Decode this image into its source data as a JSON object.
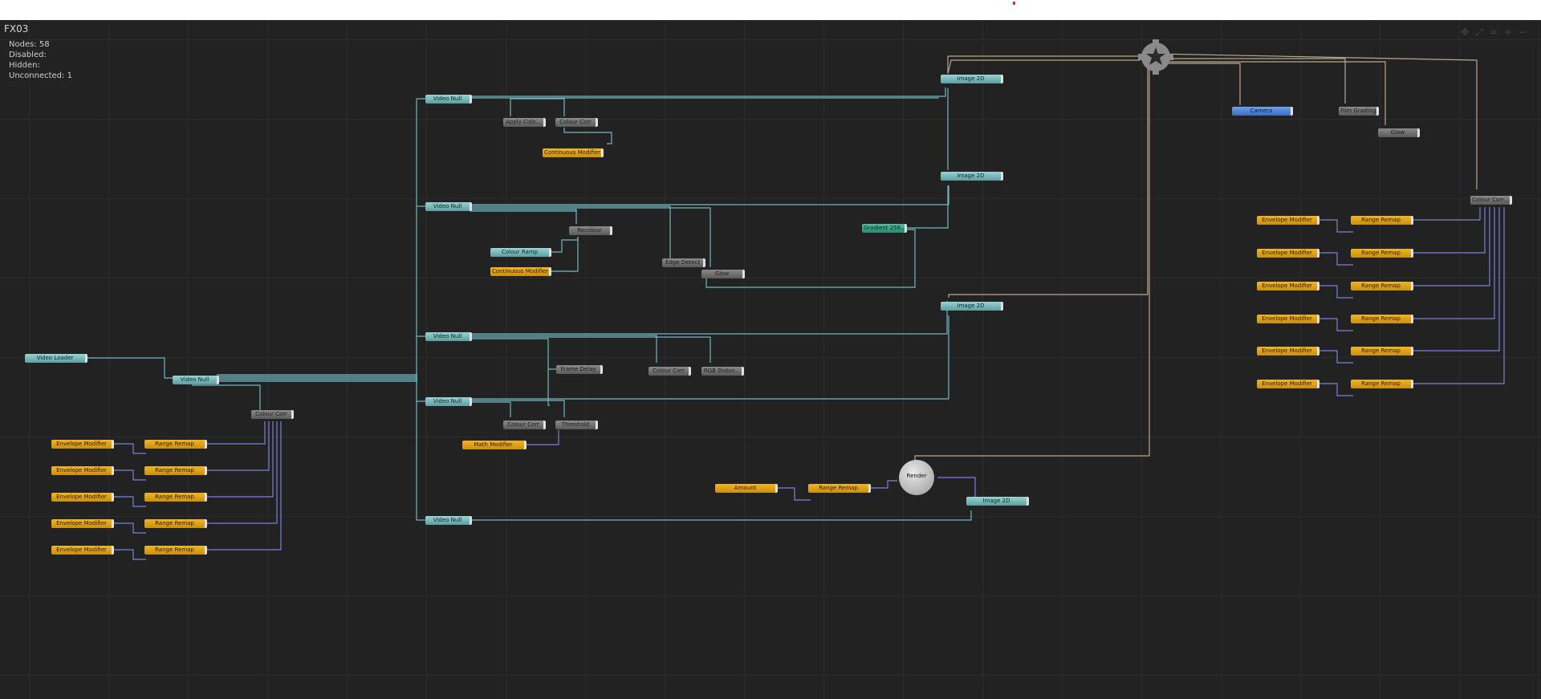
{
  "window": {
    "title": "FX03"
  },
  "stats": {
    "nodes_label": "Nodes:",
    "nodes_value": "58",
    "disabled_label": "Disabled:",
    "disabled_value": "",
    "hidden_label": "Hidden:",
    "hidden_value": "",
    "unconnected_label": "Unconnected:",
    "unconnected_value": "1"
  },
  "toolbar": {
    "move_icon": "move-icon",
    "fit_icon": "fit-view-icon",
    "equal_icon": "equals",
    "zoom_in": "+",
    "zoom_out": "−"
  },
  "nodes": {
    "video_loader": "Video Loader",
    "video_null": "Video Null",
    "image_2d": "Image 2D",
    "apply_colo": "Apply Colo...",
    "colour_corr": "Colour Corr",
    "continuous_modifier": "Continuous Modifier",
    "recolour": "Recolour",
    "colour_ramp": "Colour Ramp",
    "edge_detect": "Edge Detect",
    "glow": "Glow",
    "gradient": "Gradient 256...",
    "frame_delay": "Frame Delay",
    "rgb_distor": "RGB Distor...",
    "threshold": "Threshold",
    "math_modifier": "Math Modifier",
    "envelope_modifier": "Envelope Modifier",
    "range_remap": "Range Remap",
    "amount": "Amount",
    "render": "Render",
    "camera": "Camera",
    "film_grading": "Film Grading",
    "colour_corr_right": "Colour Corr..."
  },
  "colors": {
    "canvas": "#222222",
    "wire_cyan": "#6fb8c0",
    "wire_purple": "#7b7fd8",
    "wire_tan": "#b8a890"
  }
}
